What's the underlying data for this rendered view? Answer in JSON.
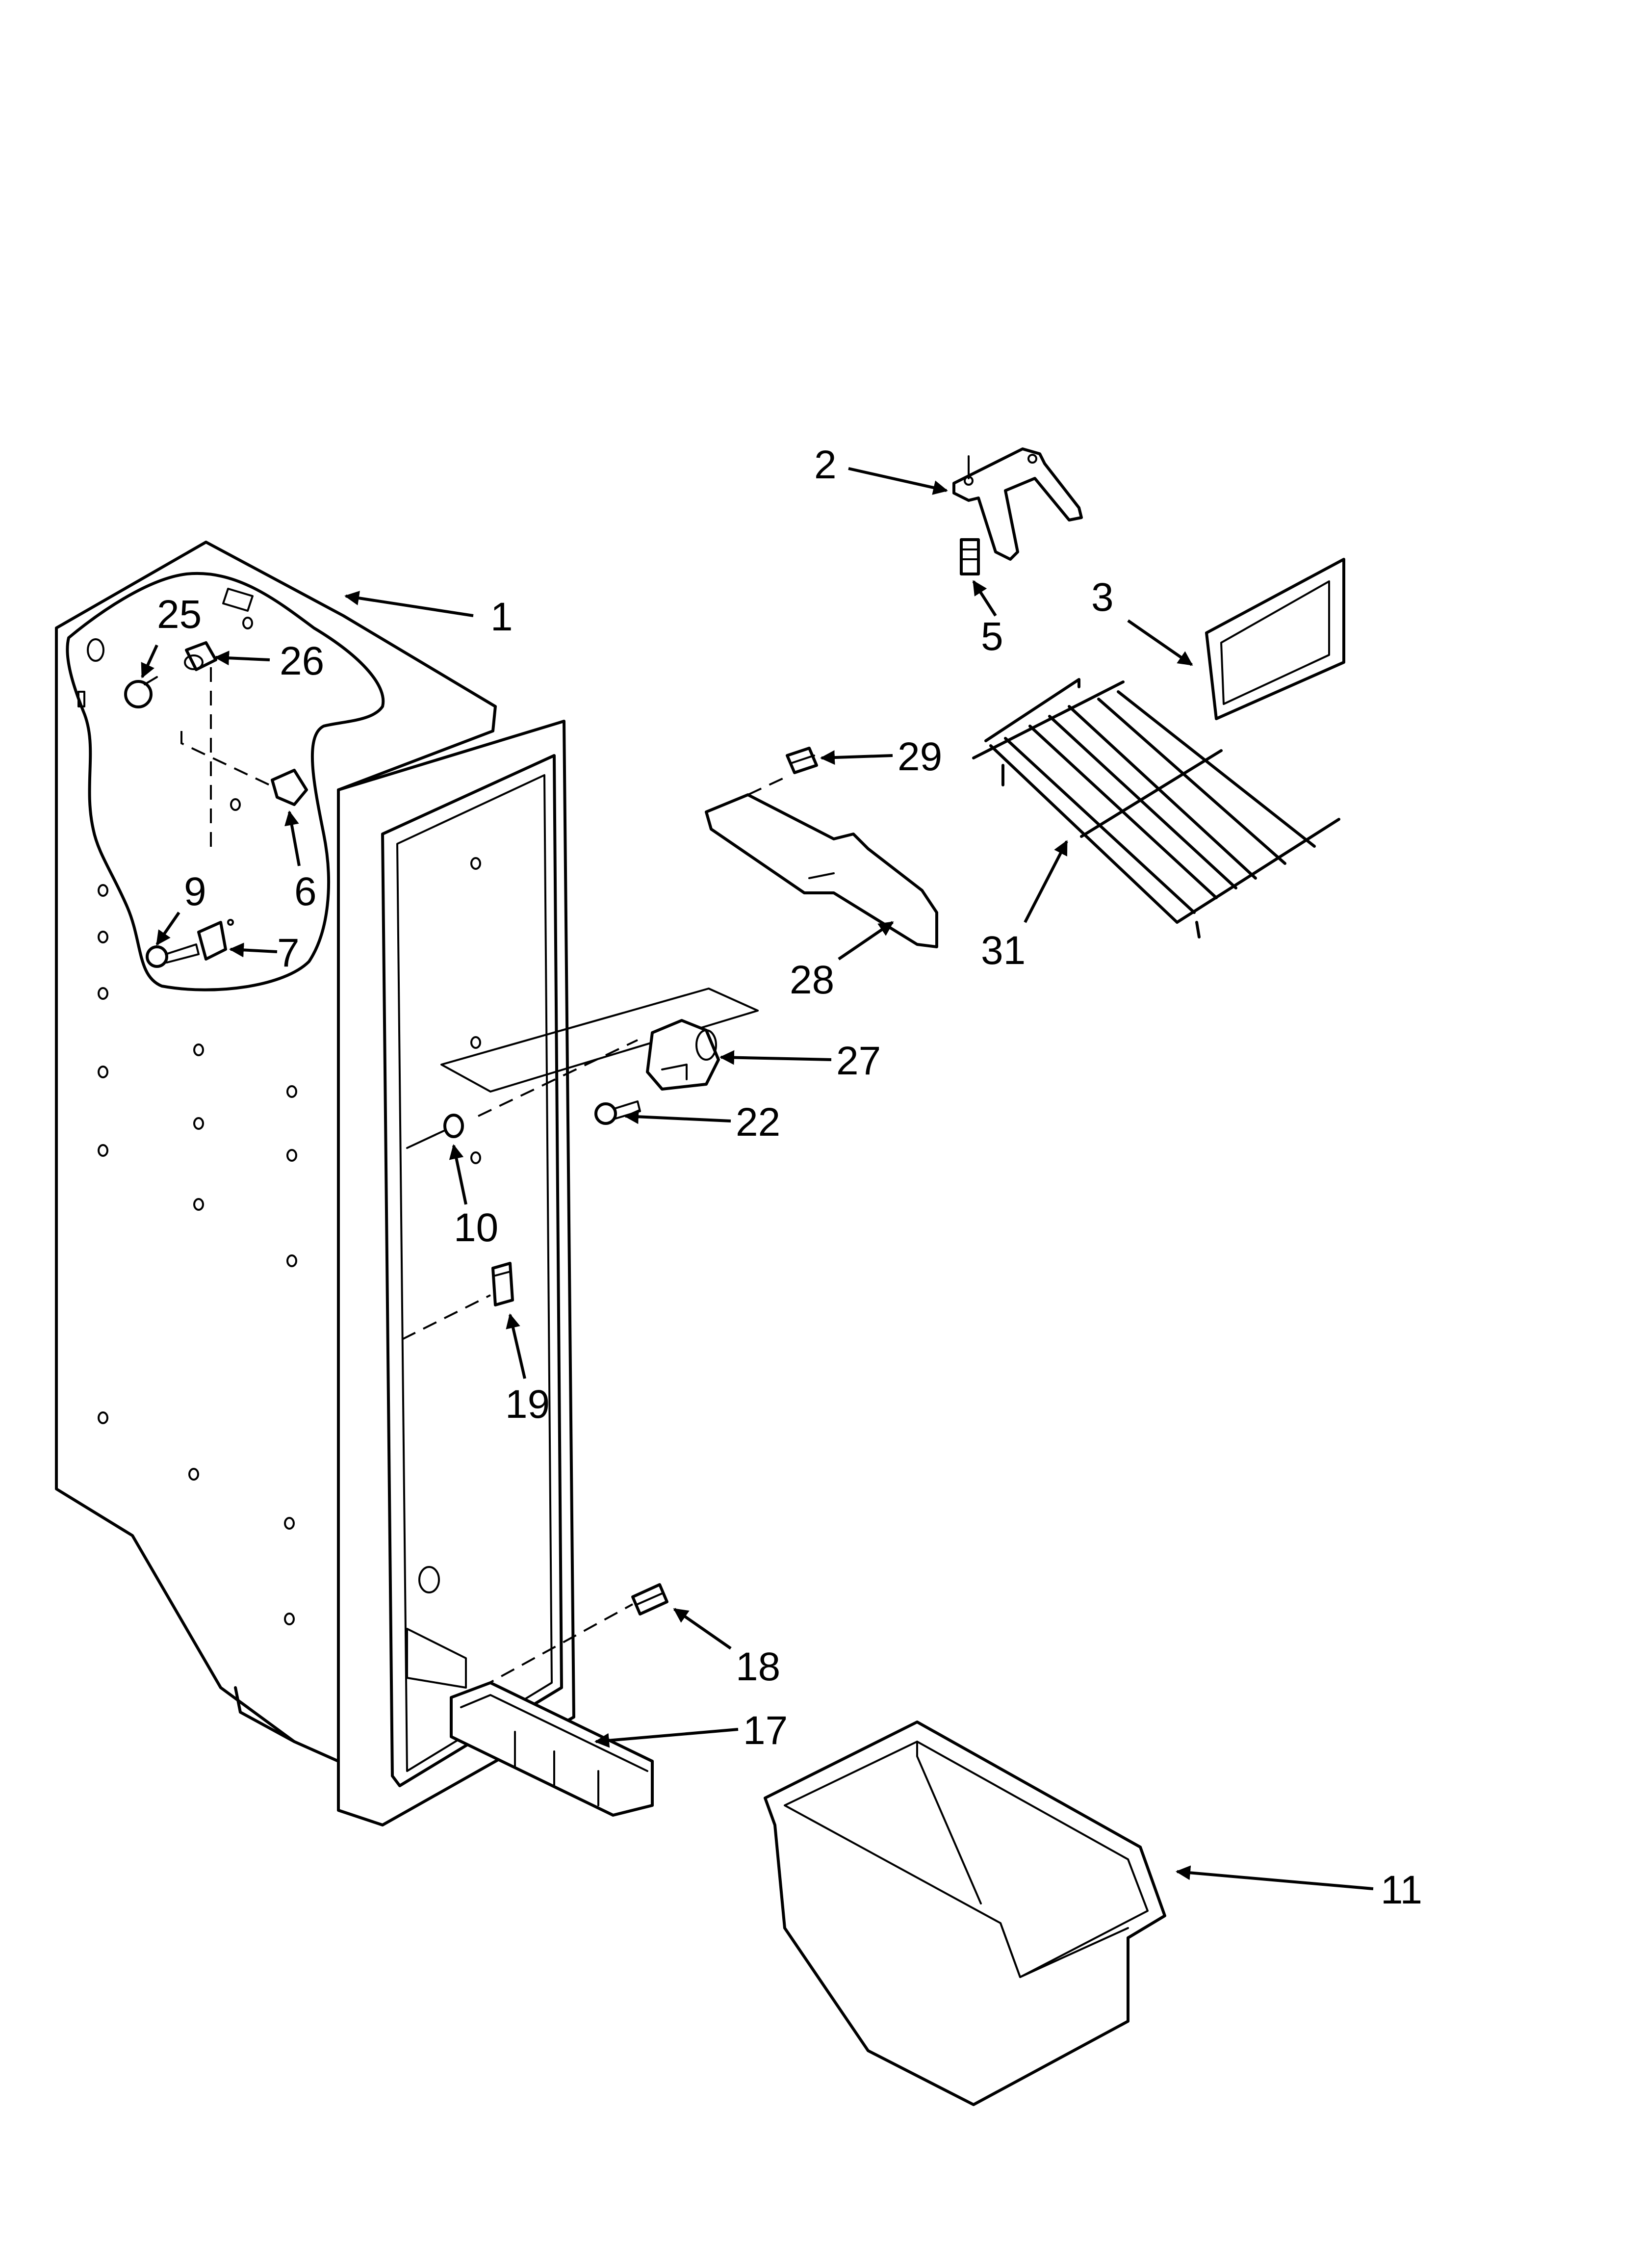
{
  "callouts": {
    "c1": "1",
    "c2": "2",
    "c3": "3",
    "c5": "5",
    "c6": "6",
    "c7": "7",
    "c9": "9",
    "c10": "10",
    "c11": "11",
    "c17": "17",
    "c18": "18",
    "c19": "19",
    "c22": "22",
    "c25": "25",
    "c26": "26",
    "c27": "27",
    "c28": "28",
    "c29": "29",
    "c31": "31"
  },
  "colors": {
    "line": "#000000",
    "background": "#ffffff"
  }
}
